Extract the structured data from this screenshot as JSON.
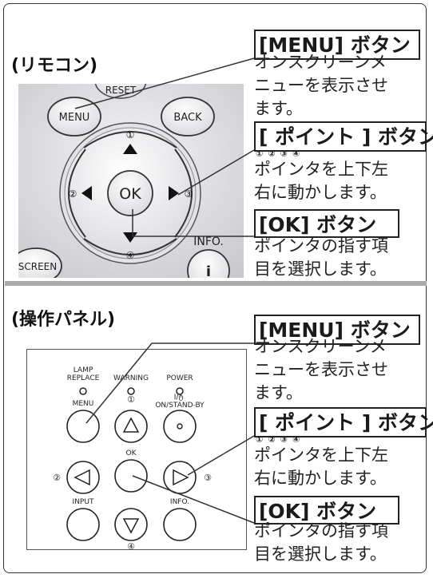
{
  "remote": {
    "title": "(リモコン)",
    "photo_labels": {
      "reset": "RESET",
      "menu": "MENU",
      "back": "BACK",
      "ok": "OK",
      "info": "INFO.",
      "screen": "SCREEN",
      "i": "i",
      "num1": "①",
      "num2": "②",
      "num3": "③",
      "num4": "④"
    },
    "menu_button": {
      "label": "[MENU] ボタン",
      "desc": "オンスクリーンメ\nニューを表示させ\nます。"
    },
    "point_button": {
      "label": "[ ポイント ] ボタン",
      "nums": "①②③④",
      "desc": "ポインタを上下左\n右に動かします。"
    },
    "ok_button": {
      "label": "[OK] ボタン",
      "desc": "ポインタの指す項\n目を選択します。"
    }
  },
  "panel": {
    "title": "(操作パネル)",
    "panel_labels": {
      "lamp": "LAMP\nREPLACE",
      "warning": "WARNING",
      "power": "POWER",
      "menu": "MENU",
      "standby": "I/ტ\nON/STAND-BY",
      "ok": "OK",
      "input": "INPUT",
      "info": "INFO.",
      "num1": "①",
      "num2": "②",
      "num3": "③",
      "num4": "④"
    },
    "menu_button": {
      "label": "[MENU] ボタン",
      "desc": "オンスクリーンメ\nニューを表示させ\nます。"
    },
    "point_button": {
      "label": "[ ポイント ] ボタン",
      "nums": "①②③④",
      "desc": "ポインタを上下左\n右に動かします。"
    },
    "ok_button": {
      "label": "[OK] ボタン",
      "desc": "ポインタの指す項\n目を選択します。"
    }
  }
}
